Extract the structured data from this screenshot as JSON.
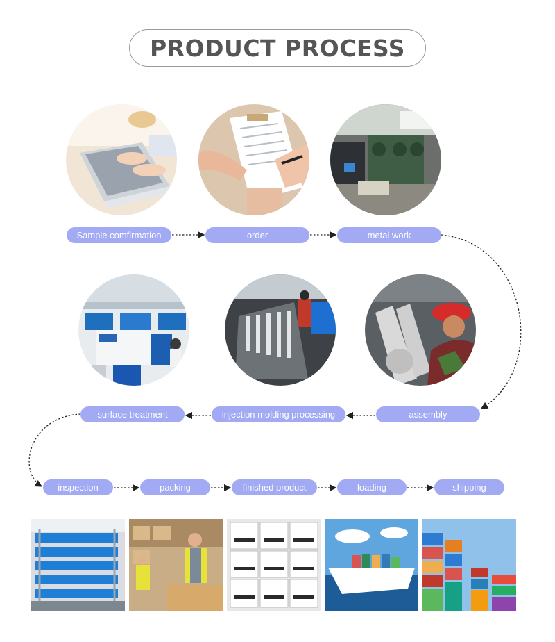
{
  "header": {
    "title": "PRODUCT PROCESS"
  },
  "steps": {
    "sample_confirmation": "Sample comfirmation",
    "order": "order",
    "metal_work": "metal work",
    "surface_treatment": "surface treatment",
    "injection_molding": "injection molding processing",
    "assembly": "assembly",
    "inspection": "inspection",
    "packing": "packing",
    "finished_product": "finished product",
    "loading": "loading",
    "shipping": "shipping"
  },
  "colors": {
    "pill": "#a3aaf4",
    "title_text": "#555555",
    "title_border": "#9a9a9a",
    "arrow": "#222222"
  },
  "icons": {
    "arrow": "dotted-arrow"
  }
}
